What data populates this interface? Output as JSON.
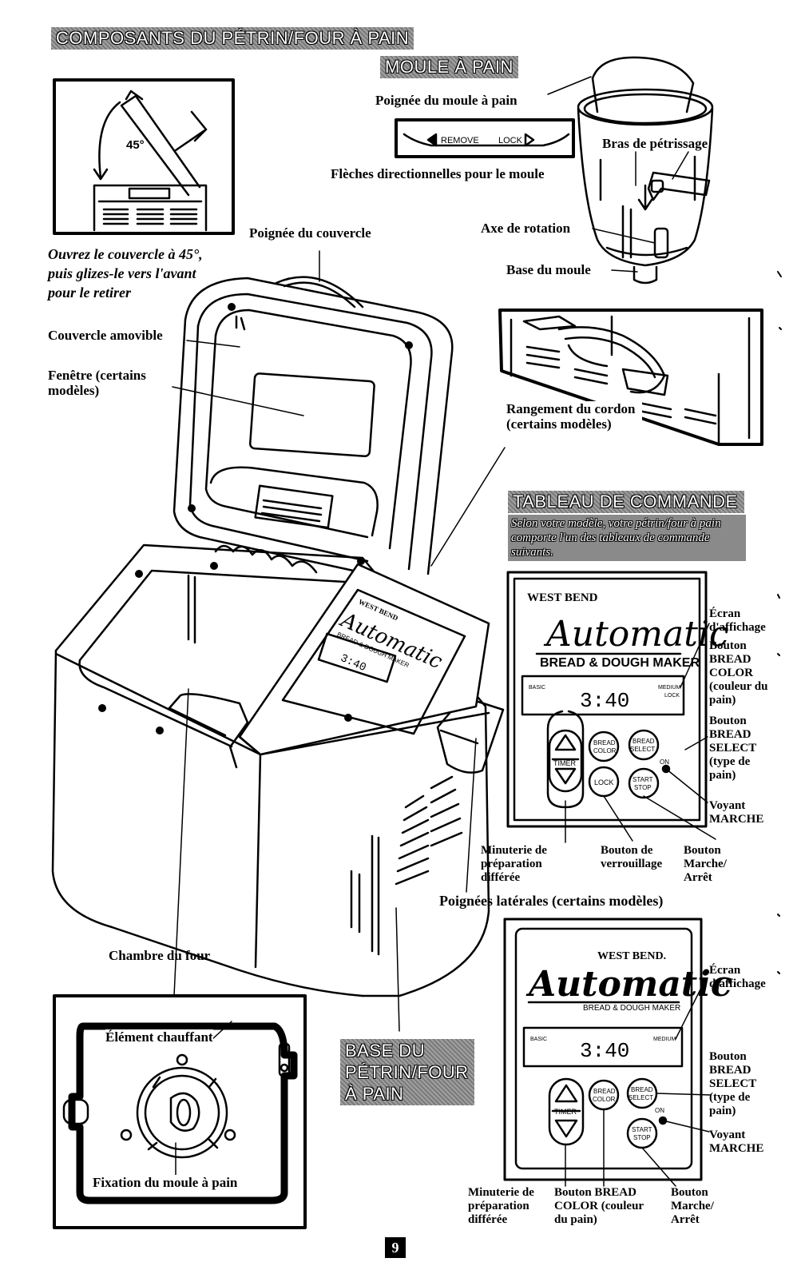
{
  "headings": {
    "main": "COMPOSANTS DU PÉTRIN/FOUR À PAIN",
    "pan": "MOULE À PAIN",
    "control": "TABLEAU DE COMMANDE",
    "control_note": "Selon votre modèle, votre pétrin/four à pain comporte l'un des tableaux de commande suivants.",
    "base": "BASE DU PÉTRIN/FOUR À PAIN"
  },
  "labels": {
    "pan_handle": "Poignée du moule à pain",
    "kneading_blade": "Bras de pétrissage",
    "pan_arrows": "Flèches directionnelles pour le moule",
    "drive_shaft": "Axe de rotation",
    "pan_base": "Base du moule",
    "lid_handle": "Poignée du couvercle",
    "lid_instruction": "Ouvrez le couvercle à 45°, puis glizes-le vers l'avant pour le retirer",
    "angle": "45°",
    "removable_lid": "Couvercle amovible",
    "window": "Fenêtre (certains modèles)",
    "cord_storage": "Rangement du cordon (certains modèles)",
    "side_handles": "Poignées latérales (certains modèles)",
    "oven_chamber": "Chambre du four",
    "heating_element": "Élément chauffant",
    "pan_mount": "Fixation du moule à pain"
  },
  "strip": {
    "remove": "REMOVE",
    "lock": "LOCK"
  },
  "panel1": {
    "brand": "WEST BEND",
    "script": "Automatic",
    "subtitle": "BREAD & DOUGH MAKER",
    "display_left": "BASIC",
    "display_time": "3:40",
    "display_right_1": "MEDIUM",
    "display_right_2": "LOCK",
    "btn_timer": "TIMER",
    "btn_color_1": "BREAD",
    "btn_color_2": "COLOR",
    "btn_select_1": "BREAD",
    "btn_select_2": "SELECT",
    "btn_lock": "LOCK",
    "btn_start_1": "START",
    "btn_start_2": "STOP",
    "on": "ON",
    "callouts": {
      "display": "Écran d'affichage",
      "color": "Bouton BREAD COLOR (couleur du pain)",
      "select": "Bouton BREAD SELECT (type de pain)",
      "light": "Voyant MARCHE",
      "timer": "Minuterie de préparation différée",
      "lock": "Bouton de verrouillage",
      "start": "Bouton Marche/ Arrêt"
    }
  },
  "panel2": {
    "brand": "WEST BEND.",
    "script": "Automatic",
    "subtitle": "BREAD & DOUGH MAKER",
    "display_left": "BASIC",
    "display_time": "3:40",
    "display_right": "MEDIUM",
    "btn_timer": "TIMER",
    "btn_color_1": "BREAD",
    "btn_color_2": "COLOR",
    "btn_select_1": "BREAD",
    "btn_select_2": "SELECT",
    "btn_start_1": "START",
    "btn_start_2": "STOP",
    "on": "ON",
    "callouts": {
      "display": "Écran d'affichage",
      "select": "Bouton BREAD SELECT (type de pain)",
      "light": "Voyant MARCHE",
      "timer": "Minuterie de préparation différée",
      "color": "Bouton BREAD COLOR (couleur du pain)",
      "start": "Bouton Marche/ Arrêt"
    }
  },
  "machine_panel": {
    "brand": "WEST BEND",
    "script": "Automatic",
    "subtitle": "BREAD & DOUGH MAKER",
    "time": "3:40"
  },
  "page_number": "9"
}
